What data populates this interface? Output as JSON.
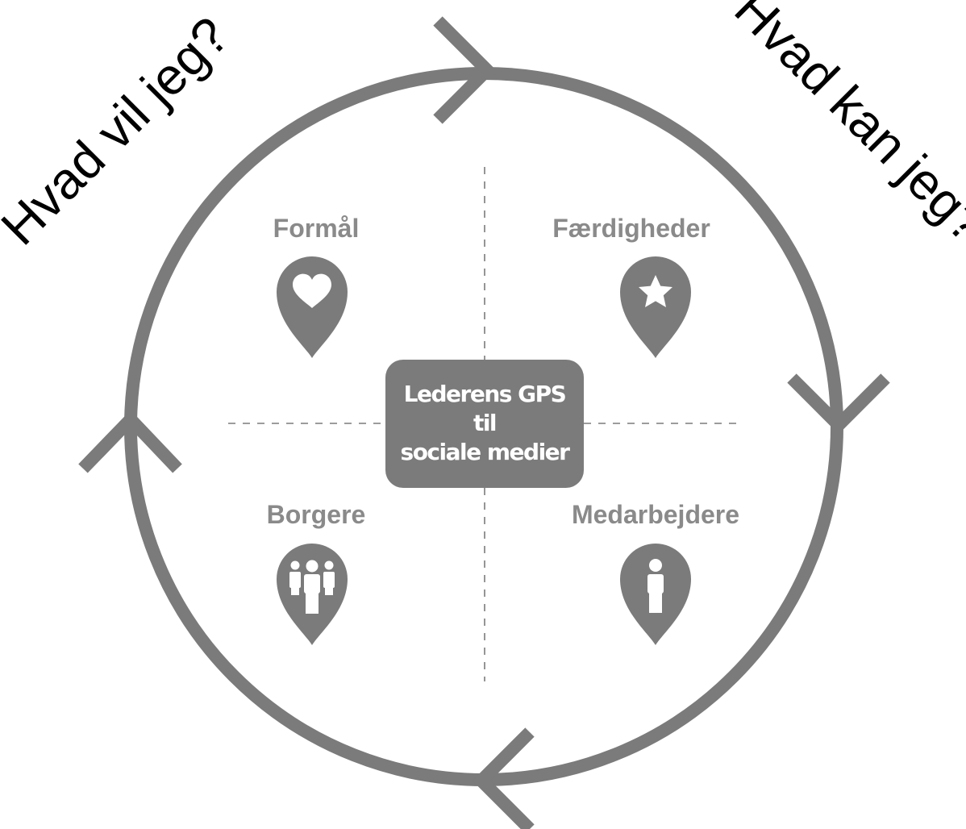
{
  "corner_left": "Hvad vil jeg?",
  "corner_right": "Hvad kan jeg?",
  "quadrants": {
    "top_left": {
      "label": "Formål",
      "icon": "heart-pin-icon"
    },
    "top_right": {
      "label": "Færdigheder",
      "icon": "star-pin-icon"
    },
    "bottom_left": {
      "label": "Borgere",
      "icon": "group-pin-icon"
    },
    "bottom_right": {
      "label": "Medarbejdere",
      "icon": "person-pin-icon"
    }
  },
  "center": {
    "line1": "Lederens GPS",
    "line2": "til",
    "line3": "sociale medier"
  },
  "colors": {
    "accent": "#7b7b7b",
    "label": "#8a8a8a",
    "text": "#000000",
    "background": "#ffffff"
  }
}
